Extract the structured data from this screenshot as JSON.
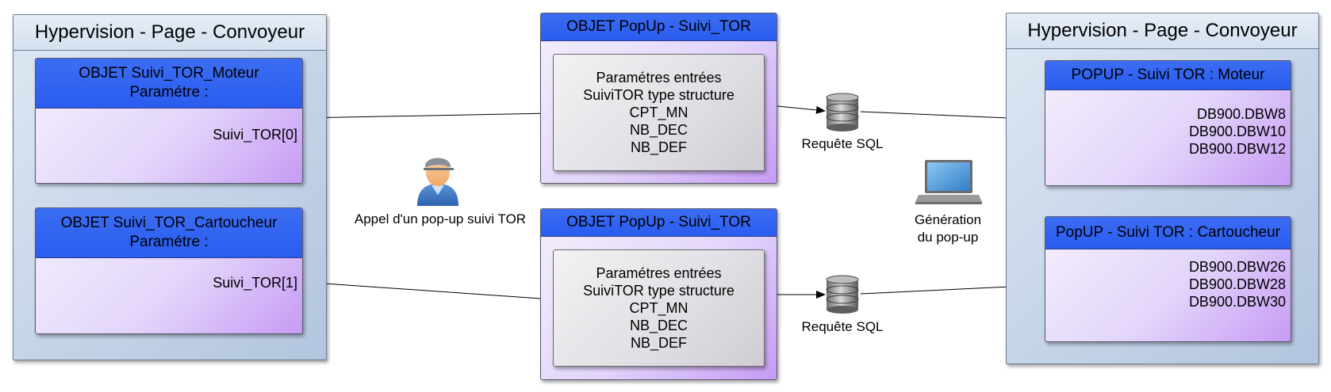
{
  "left_panel": {
    "title": "Hypervision - Page - Convoyeur",
    "obj1": {
      "title_line1": "OBJET Suivi_TOR_Moteur",
      "title_line2": "Paramétre :",
      "param": "Suivi_TOR[0]"
    },
    "obj2": {
      "title_line1": "OBJET Suivi_TOR_Cartoucheur",
      "title_line2": "Paramétre :",
      "param": "Suivi_TOR[1]"
    }
  },
  "middle": {
    "user_caption": "Appel d'un pop-up suivi TOR",
    "popup1": {
      "title": "OBJET PopUp - Suivi_TOR",
      "lines": [
        "Paramétres entrées",
        "SuiviTOR type structure",
        "CPT_MN",
        "NB_DEC",
        "NB_DEF"
      ]
    },
    "popup2": {
      "title": "OBJET PopUp - Suivi_TOR",
      "lines": [
        "Paramétres entrées",
        "SuiviTOR type structure",
        "CPT_MN",
        "NB_DEC",
        "NB_DEF"
      ]
    }
  },
  "db": {
    "caption1": "Requête SQL",
    "caption2": "Requête SQL"
  },
  "laptop": {
    "line1": "Génération",
    "line2": "du pop-up"
  },
  "right_panel": {
    "title": "Hypervision - Page - Convoyeur",
    "popup1": {
      "title": "POPUP - Suivi TOR : Moteur",
      "lines": [
        "DB900.DBW8",
        "DB900.DBW10",
        "DB900.DBW12"
      ]
    },
    "popup2": {
      "title": "PopUP - Suivi TOR : Cartoucheur",
      "lines": [
        "DB900.DBW26",
        "DB900.DBW28",
        "DB900.DBW30"
      ]
    }
  },
  "colors": {
    "panel_bg": "#c5d4e8",
    "card_header": "#2a5cf0",
    "card_body": "#e3d5fb",
    "inner_box": "#e1e0e4"
  }
}
